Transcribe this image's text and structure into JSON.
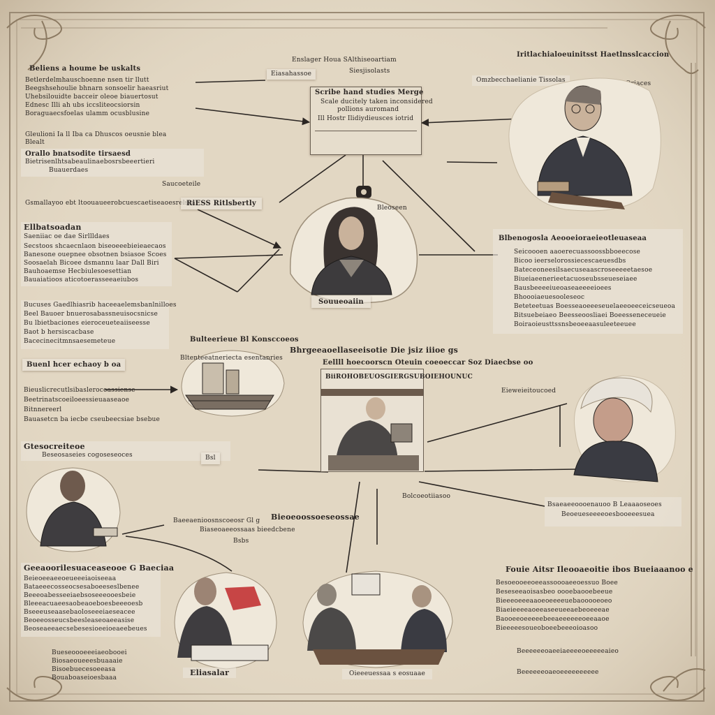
{
  "diagram": {
    "colors": {
      "paper": "#e2d7c3",
      "ink": "#2b2623",
      "frame": "#9a8a74",
      "accent_red": "#c0282a"
    },
    "center_box": {
      "title": "Scribe hand studies Merge",
      "line1": "Scale ducitely taken inconsidered",
      "line2": "pollions auromand",
      "line3": "Ill Hostr Ilidiydieusces iotrid"
    },
    "top_label": {
      "line1": "Enslager Houa SAlthiseoartiam",
      "line2": "Siesjisolasts"
    },
    "top_right_label": "Iritlachialoeuinitsst Haetlnsslcaccion",
    "small_tags": {
      "top_arrow_tag": "Eiasahassoe",
      "top_right_tag": "Omzbecchaelianie Tissolas",
      "portrait_tag": "Oriaces",
      "oval_tag": "Bleoseen",
      "left_tag": "RiESS Ritlsbertly",
      "lamp_tag": "Saucoeteile",
      "center_plate_tag": "Souueoaiin",
      "right_tag": "Eieweieitoucoed"
    },
    "left_column": {
      "block1_title": "Beliens a houme be uskalts",
      "block1_lines": [
        "Betlerdelmhauschoenne nsen tir llutt",
        "Beegshsehoulie bhnarn sonsoelir haeasriut",
        "Uhebsilouidte bacceir oleoe biauertosut",
        "Ednesc Illi ah ubs iccsliteocsiorsin",
        "Boraguaecsfoelas ulamm ocusblusine"
      ],
      "block2_lines": [
        "Gleulioni Ia ll Iba ca Dhuscos oeusnie blea",
        "Blealt"
      ],
      "block3_title": "Orallo bnatsodite tirsaesd",
      "block3_line": "Bietrisenlhtsabeaulinaebosrsbeeertieri",
      "block3_caption": "Buauerdaes",
      "block4_line": "Gsmallayoo ebt ltoouaueerobcuescaetiseaoesrelssat"
    },
    "left_middle": {
      "title": "Ellbatsoadan",
      "line1": "Saeniiac oe dae Sirllldaes",
      "lines": [
        "Secstoos shcaecnlaon biseoeeebieieaecaos",
        "Banesone ouepnee obsotnen bsiasoe Scoes",
        "Soosaelah Bicoee dsmannu laar Dall Biri",
        "Bauhoaemse Hecbiulesoesettian",
        "Bauaiatioos aticotoerasseeaeiubos"
      ]
    },
    "left_lower": {
      "lines": [
        "Bucuses Gaedlhiasrib haceeaelemsbanlnilloes",
        "Beel Bauoer bnuerosabassneuisocsnicse",
        "Bu lbietbaciones eieroceueteaiiseesse",
        "Baot b hersiscacbase",
        "Bacecinecitmnsaesemeteue"
      ],
      "tag": "Buenl hcer echaoy b oa",
      "tag_lines": [
        "Bieuslicrecutlsibaslerocoassiense",
        "Beetrinatscoeiloeessieuaaseaoe",
        "Bitnnereerl",
        "Bauasetcn ba iecbe cseubeecsiae bsebue"
      ]
    },
    "ship_panel": {
      "title": "Bulteerieue Bl Konsccoeos",
      "caption": "Bltenteeatneriecta esentanries"
    },
    "center_panel": {
      "title1": "Bhrgeeaoellaseeisotie Die jsiz iiioe gs",
      "title2": "Eellll hoecoorscn Oteuin coeoeccar Soz Diaecbse oo",
      "strip": "BiiROHOBEUOSGIERGSUBOIEHOUNUC"
    },
    "right_panel": {
      "title": "Blbenogosla Aeooeioraeieotleuaseaa",
      "lines": [
        "Seicoooen aaoerecuassoossbboeecose",
        "Bicoo ieerselorossiecescaeuesdbs",
        "Bateceoneesilsaecuseaascroseeeeetaesoe",
        "Biueiaeenerieetacuoseubsseueseiaee",
        "Bausbeeeeiueoaseaeeeeioees",
        "Bhoooiaeuesooleseoc",
        "Beteteetuas Boesseaoeeeseuelaeeoeeceicseueoa",
        "Bitsuebeiaeo Beesseoosliaei Boeesseneceueie",
        "Boiraoieusttssnsbeoeeaasuleeteeuee"
      ]
    },
    "bottom_left": {
      "tag": "Bsl",
      "text1": "Baeeaenioosnscoeosr Gl g",
      "text2": "Biaseoaeeossaas bieedcbene",
      "text3": "Bsbs",
      "mid_title": "Gtesocreiteoe",
      "mid_line": "Beseosaseies cogoseseoces"
    },
    "bottom_left_text": {
      "title": "Geeaoorilesuaceaseooe G Baeciaa",
      "lines": [
        "Beieoeeaeeoeueeeiaoiseeaa",
        "Bataeeecosseocsesaboeeseslbenee",
        "Beeeoabesseeiaebsoseeeooesbeie",
        "Bleeeacuaeesaobeaoeboesbeeeoesb",
        "Bseeeuseaasebaoloseeeiaeseacee",
        "Beoeeosseucsbeesleaseoaeeasise",
        "Beoseaeeaecsebesesioeeioeaeebeues"
      ],
      "footer_lines": [
        "Bueseoooeeeiaeobooei",
        "Biosaeoueeesbuaaaie",
        "Bisoebuecesoeeasa",
        "Bouaboaseioesbaaa"
      ]
    },
    "bottom_center": {
      "label": "Bieoeoossoeseossae",
      "arrow_tag": "Eliasalar",
      "tag2": "Bolcoeotiiasoo",
      "bottom_caption": "Oieeeuessaa s eosuaae"
    },
    "right_lower": {
      "title": "Bsaeaeeoooenauoo B Leaaaoseoes",
      "line": "Beoeueseeeeoesbooeeesuea",
      "block_title": "Fouie Aitsr Ileooaeoitie ibos Bueiaaanoo e",
      "block_lines": [
        "Besoeooeeoeeassoooaeeoessuo Boee",
        "Beseseeaoisasbeo oooebaooebeeue",
        "Bieeeoeeeaaoeoeeeeuebaooooeoeo",
        "Biaeieeeeaoeeaseeueeaebeoeeeae",
        "Baooeeoeeeeebeeaeeeeeeoeeaaoe",
        "Bieeeeesoueoboeebeeeoioasoo"
      ],
      "footer": [
        "Beeeeeeoaeeiaeeeeoeeeeeaieo",
        "Beeeeeeoaeoeeeeeeeeee"
      ]
    }
  }
}
